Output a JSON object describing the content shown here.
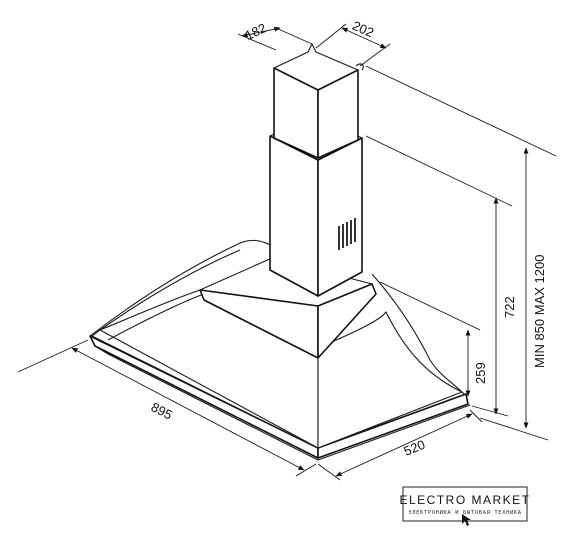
{
  "dimensions": {
    "chimney_width": "182",
    "chimney_depth": "202",
    "overall_height": "MIN 850 MAX 1200",
    "body_height": "722",
    "canopy_height": "259",
    "hood_depth": "520",
    "hood_width": "895"
  },
  "watermark": {
    "brand": "ELECTRO MARKET",
    "tagline": "ЭЛЕКТРОНИКА И БЫТОВАЯ ТЕХНИКА"
  }
}
